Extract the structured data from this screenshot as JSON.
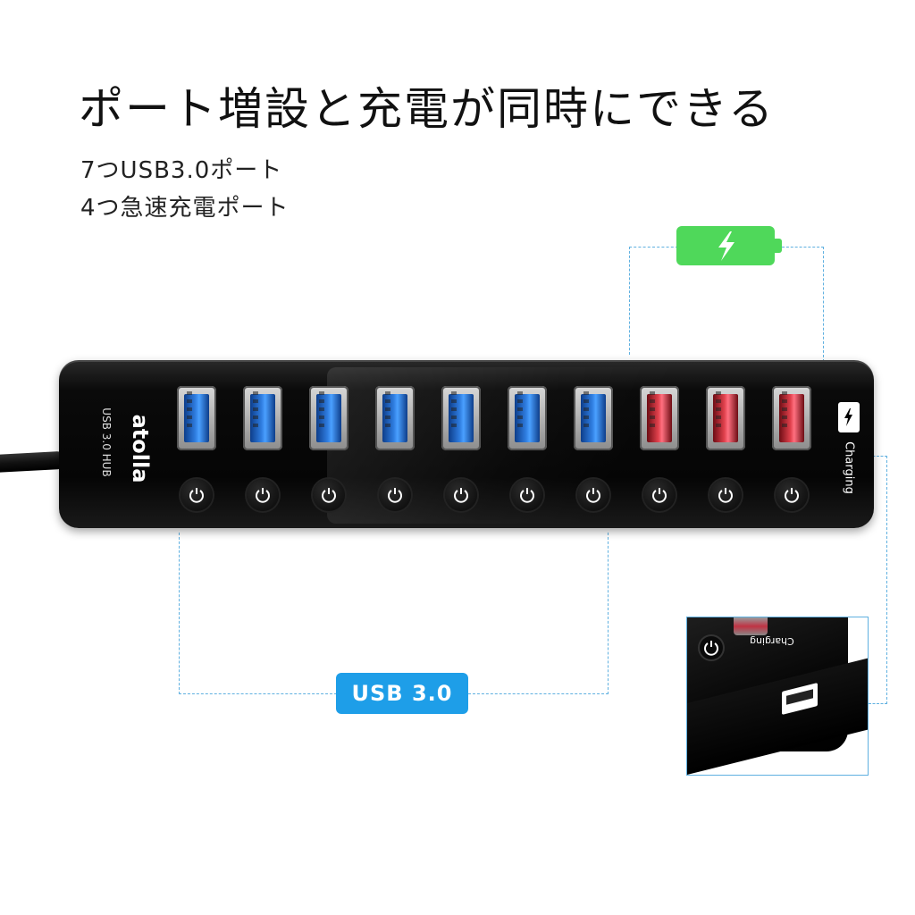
{
  "headline": "ポート増設と充電が同時にできる",
  "features": [
    "7つUSB3.0ポート",
    "4つ急速充電ポート"
  ],
  "badges": {
    "charging_icon": "lightning-bolt-icon",
    "usb_label": "USB 3.0"
  },
  "hub": {
    "brand": "atolla",
    "model": "USB 3.0 HUB",
    "charging_label": "Charging",
    "ports": [
      {
        "type": "USB 3.0",
        "color": "#2f7de0"
      },
      {
        "type": "USB 3.0",
        "color": "#2f7de0"
      },
      {
        "type": "USB 3.0",
        "color": "#2f7de0"
      },
      {
        "type": "USB 3.0",
        "color": "#2f7de0"
      },
      {
        "type": "USB 3.0",
        "color": "#2f7de0"
      },
      {
        "type": "USB 3.0",
        "color": "#2f7de0"
      },
      {
        "type": "USB 3.0",
        "color": "#2f7de0"
      },
      {
        "type": "charging",
        "color": "#e0404c"
      },
      {
        "type": "charging",
        "color": "#e0404c"
      },
      {
        "type": "charging",
        "color": "#e0404c"
      }
    ]
  },
  "inset": {
    "charging_label": "Charging"
  },
  "colors": {
    "charge_green": "#4fd85a",
    "usb_blue": "#1e9ee8",
    "dashed_line": "#5fb0e0"
  }
}
